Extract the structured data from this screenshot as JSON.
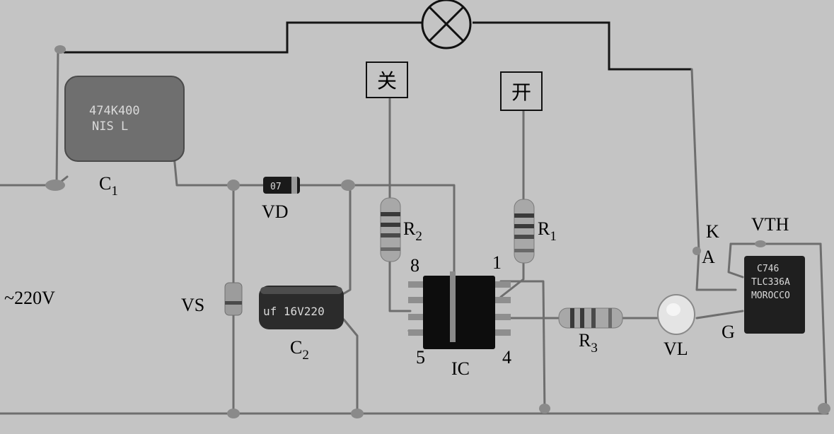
{
  "labels": {
    "c1": "C",
    "c1_sub": "1",
    "vd": "VD",
    "vs": "VS",
    "c2": "C",
    "c2_sub": "2",
    "r2": "R",
    "r2_sub": "2",
    "r1": "R",
    "r1_sub": "1",
    "r3": "R",
    "r3_sub": "3",
    "ic": "IC",
    "vl": "VL",
    "vth": "VTH",
    "k": "K",
    "a": "A",
    "g": "G",
    "ac": "~220V",
    "pin8": "8",
    "pin1": "1",
    "pin5": "5",
    "pin4": "4",
    "off": "关",
    "on": "开"
  },
  "markings": {
    "c1_line1": "474K400",
    "c1_line2": "NIS L",
    "c2": "uf 16V220",
    "diode": "07",
    "vth_line1": "C746",
    "vth_line2": "TLC336A",
    "vth_line3": "MOROCCO"
  },
  "colors": {
    "background": "#c4c4c4",
    "wire": "#6e6e6e",
    "black_wire": "#151515",
    "c1_body": "#6f6f6f",
    "c2_body": "#2b2b2b",
    "ic_body": "#0d0d0d"
  }
}
